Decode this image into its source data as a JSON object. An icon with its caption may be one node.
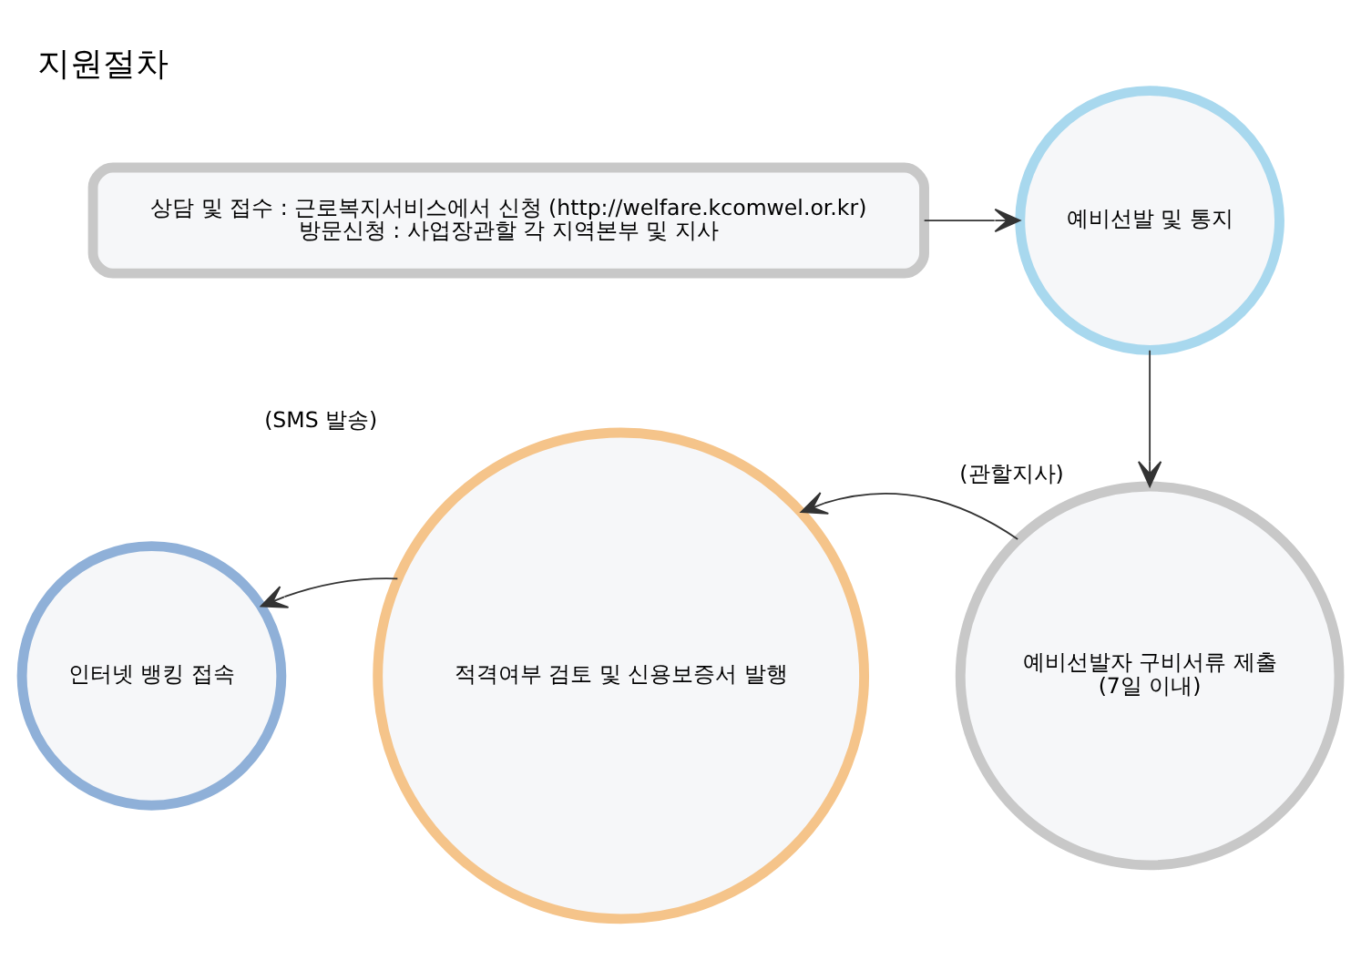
{
  "diagram": {
    "title": "지원절차",
    "nodes": [
      {
        "text": [
          "상담 및 접수 : 근로복지서비스에서 신청 (http://welfare.kcomwel.or.kr)",
          "방문신청 : 사업장관할 각 지역본부 및 지사"
        ]
      },
      {
        "text": [
          "예비선발 및 통지"
        ]
      },
      {
        "text": [
          "예비선발자 구비서류 제출",
          "(7일 이내)"
        ],
        "beside": [
          "(관할지사)"
        ]
      },
      {
        "text": [
          "적격여부 검토 및 신용보증서 발행"
        ],
        "beside": [
          "(SMS 발송)"
        ]
      },
      {
        "text": [
          "인터넷 뱅킹 접속"
        ]
      }
    ],
    "edges": [
      {
        "from": 0,
        "to": 1,
        "arrow": "to"
      },
      {
        "from": 1,
        "to": 2,
        "arrow": "to"
      },
      {
        "from": 2,
        "to": 3,
        "arrow": "to"
      },
      {
        "from": 3,
        "to": 4,
        "arrow": "to"
      }
    ]
  }
}
